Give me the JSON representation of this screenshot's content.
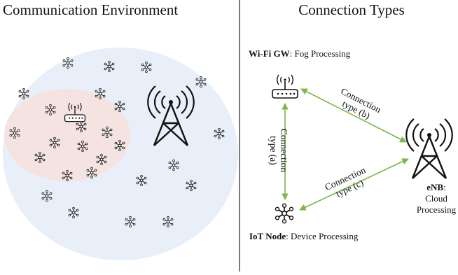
{
  "titles": {
    "left": "Communication Environment",
    "right": "Connection Types"
  },
  "nodes": {
    "wifi": {
      "bold": "Wi-Fi GW",
      "rest": ": Fog Processing"
    },
    "iot": {
      "bold": "IoT Node",
      "rest": ": Device Processing"
    },
    "enb": {
      "bold": "eNB",
      "rest": ":",
      "line2": "Cloud",
      "line3": "Processing"
    }
  },
  "connections": {
    "a": {
      "line1": "Connection",
      "line2": "type (a)"
    },
    "b": {
      "line1": "Connection",
      "line2": "type (b)"
    },
    "c": {
      "line1": "Connection",
      "line2": "type (c)"
    }
  },
  "colors": {
    "outer_region": "#e9eff8",
    "inner_region": "#f4e3e0",
    "arrow": "#7ab84a",
    "divider": "#222222"
  },
  "icons": [
    "router-icon",
    "cell-tower-icon",
    "iot-node-icon"
  ]
}
